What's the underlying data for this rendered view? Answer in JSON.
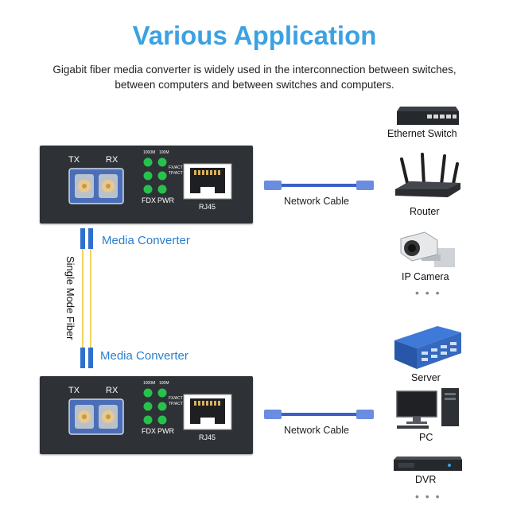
{
  "header": {
    "title": "Various Application",
    "subtitle_line1": "Gigabit fiber media converter is widely used in the interconnection between switches,",
    "subtitle_line2": "between computers and between switches and computers."
  },
  "converter": {
    "tx": "TX",
    "rx": "RX",
    "led_1000m": "1000M",
    "led_100m": "100M",
    "led_fxact": "FX/ACT",
    "led_tpact": "TP/ACT",
    "fdx": "FDX",
    "pwr": "PWR",
    "port": "RJ45"
  },
  "labels": {
    "media_converter_top": "Media Converter",
    "media_converter_bottom": "Media Converter",
    "single_mode_fiber": "Single Mode Fiber",
    "network_cable_top": "Network Cable",
    "network_cable_bottom": "Network Cable"
  },
  "equipment": {
    "ethernet_switch": "Ethernet Switch",
    "router": "Router",
    "ip_camera": "IP Camera",
    "dots": "• • •",
    "server": "Server",
    "pc": "PC",
    "dvr": "DVR"
  },
  "colors": {
    "title": "#3ba1e3",
    "media_converter": "#2a7fd0",
    "device_body": "#2e3136",
    "led_green": "#27c24c",
    "cable_blue": "#3c5fc8",
    "fiber_yellow": "#f3d25a"
  }
}
